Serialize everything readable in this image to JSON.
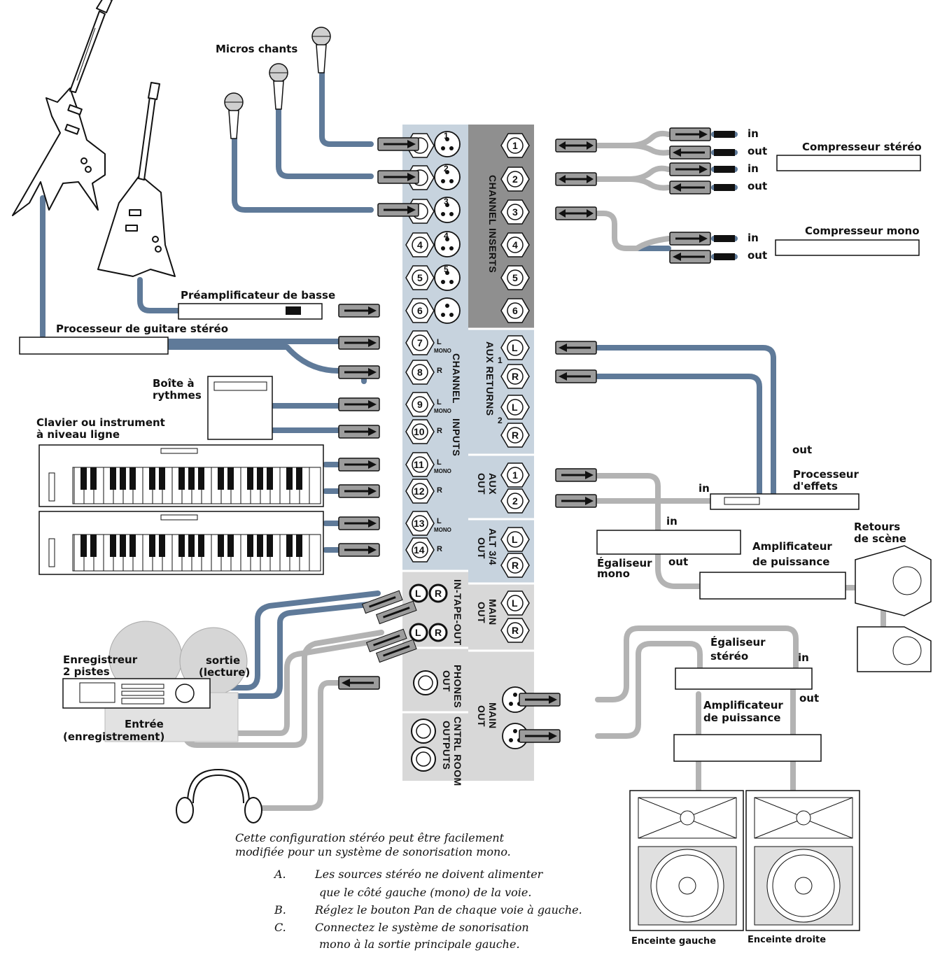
{
  "labels": {
    "micros": "Micros chants",
    "compresseur_stereo": "Compresseur stéréo",
    "compresseur_mono": "Compresseur mono",
    "preampli_basse": "Préamplificateur de basse",
    "processeur_guitare": "Processeur de guitare stéréo",
    "boite_rythmes_1": "Boîte à",
    "boite_rythmes_2": "rythmes",
    "clavier_1": "Clavier ou instrument",
    "clavier_2": "à niveau ligne",
    "processeur_effets_1": "Processeur",
    "processeur_effets_2": "d'effets",
    "egaliseur_mono_1": "Égaliseur",
    "egaliseur_mono_2": "mono",
    "ampli_1_1": "Amplificateur",
    "ampli_1_2": "de puissance",
    "retours_1": "Retours",
    "retours_2": "de scène",
    "egaliseur_stereo_1": "Égaliseur",
    "egaliseur_stereo_2": "stéréo",
    "ampli_2_1": "Amplificateur",
    "ampli_2_2": "de puissance",
    "enregistreur_1": "Enregistreur",
    "enregistreur_2": "2 pistes",
    "sortie_1": "sortie",
    "sortie_2": "(lecture)",
    "entree_1": "Entrée",
    "entree_2": "(enregistrement)",
    "enceinte_gauche": "Enceinte gauche",
    "enceinte_droite": "Enceinte droite",
    "in": "in",
    "out": "out"
  },
  "mixer": {
    "channel_inserts": "CHANNEL INSERTS",
    "channel_inputs_a": "CHANNEL",
    "channel_inputs_b": "INPUTS",
    "aux_returns": "AUX RETURNS",
    "aux_out_a": "AUX",
    "aux_out_b": "OUT",
    "alt_out_a": "ALT 3/4",
    "alt_out_b": "OUT",
    "main_out_a": "MAIN",
    "main_out_b": "OUT",
    "in_tape_out": "IN-TAPE-OUT",
    "phones_out_a": "PHONES",
    "phones_out_b": "OUT",
    "main_out2_a": "MAIN",
    "main_out2_b": "OUT",
    "ctrl_room_a": "CNTRL ROOM",
    "ctrl_room_b": "OUTPUTS",
    "inputs": [
      "1",
      "2",
      "3",
      "4",
      "5",
      "6",
      "7",
      "8",
      "9",
      "10",
      "11",
      "12",
      "13",
      "14"
    ],
    "inserts": [
      "1",
      "2",
      "3",
      "4",
      "5",
      "6"
    ],
    "mono": "MONO",
    "L": "L",
    "R": "R",
    "aux_return_1": "1",
    "aux_return_2": "2",
    "aux_out_1": "1",
    "aux_out_2": "2"
  },
  "note": {
    "intro_1": "Cette configuration stéréo peut être facilement",
    "intro_2": "modifiée pour un système de sonorisation mono.",
    "items": [
      {
        "letter": "A.",
        "line1": "Les sources stéréo ne doivent alimenter",
        "line2": "que le côté gauche (mono) de la voie."
      },
      {
        "letter": "B.",
        "line1": "Réglez le bouton Pan de chaque voie à gauche.",
        "line2": ""
      },
      {
        "letter": "C.",
        "line1": "Connectez le système de sonorisation",
        "line2": "mono à la sortie principale gauche."
      }
    ]
  },
  "colors": {
    "cable_blue": "#5f7a99",
    "cable_grey": "#b3b3b3",
    "panel_light": "#c7d3de",
    "panel_dark": "#8f8f8f"
  }
}
